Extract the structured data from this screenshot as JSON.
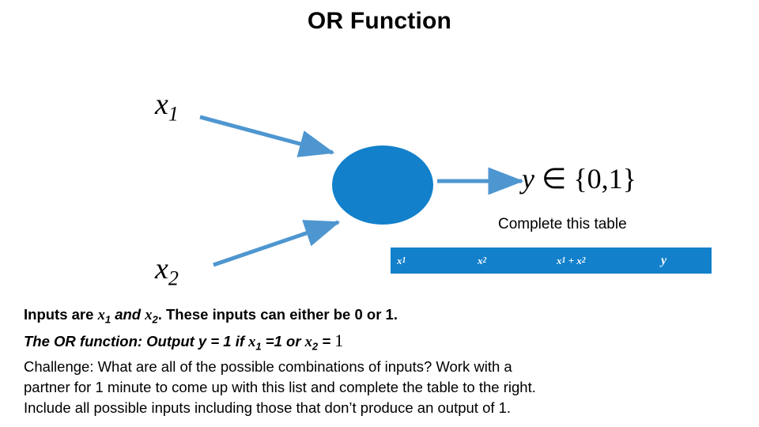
{
  "slide": {
    "title": "OR Function",
    "inputs": [
      {
        "name": "x1",
        "base": "x",
        "sub": "1"
      },
      {
        "name": "x2",
        "base": "x",
        "sub": "2"
      }
    ],
    "neuron": {
      "shape": "circle",
      "color": "#1280CB"
    },
    "output_formula": "y ∈ {0,1}",
    "output_formula_parts": {
      "variable": "y",
      "relation": "∈",
      "set": "{0,1}"
    },
    "complete_table_label": "Complete this table",
    "table": {
      "header_bg": "#1280CB",
      "header_text_color": "#FFFFFF",
      "columns": [
        {
          "label": "x1",
          "base": "x",
          "sub": "1"
        },
        {
          "label": "x2",
          "base": "x",
          "sub": "2"
        },
        {
          "label": "x1 + x2",
          "base": "x",
          "sub": "1"
        },
        {
          "label": "y",
          "base": "y",
          "sub": ""
        }
      ],
      "rows": []
    },
    "body": {
      "line1": "Inputs are x1 and x2. These inputs can either be 0 or 1.",
      "line2": "The OR function:  Output y = 1 if x1 =1 or x2 = 1",
      "line3": "Challenge: What are all of the possible combinations of inputs?  Work with a",
      "line4": "partner for 1 minute to come up with this list and complete the table to the right.",
      "line5": "Include all possible inputs including those that don’t produce an output of 1."
    },
    "arrow_color": "#4E96D0"
  }
}
